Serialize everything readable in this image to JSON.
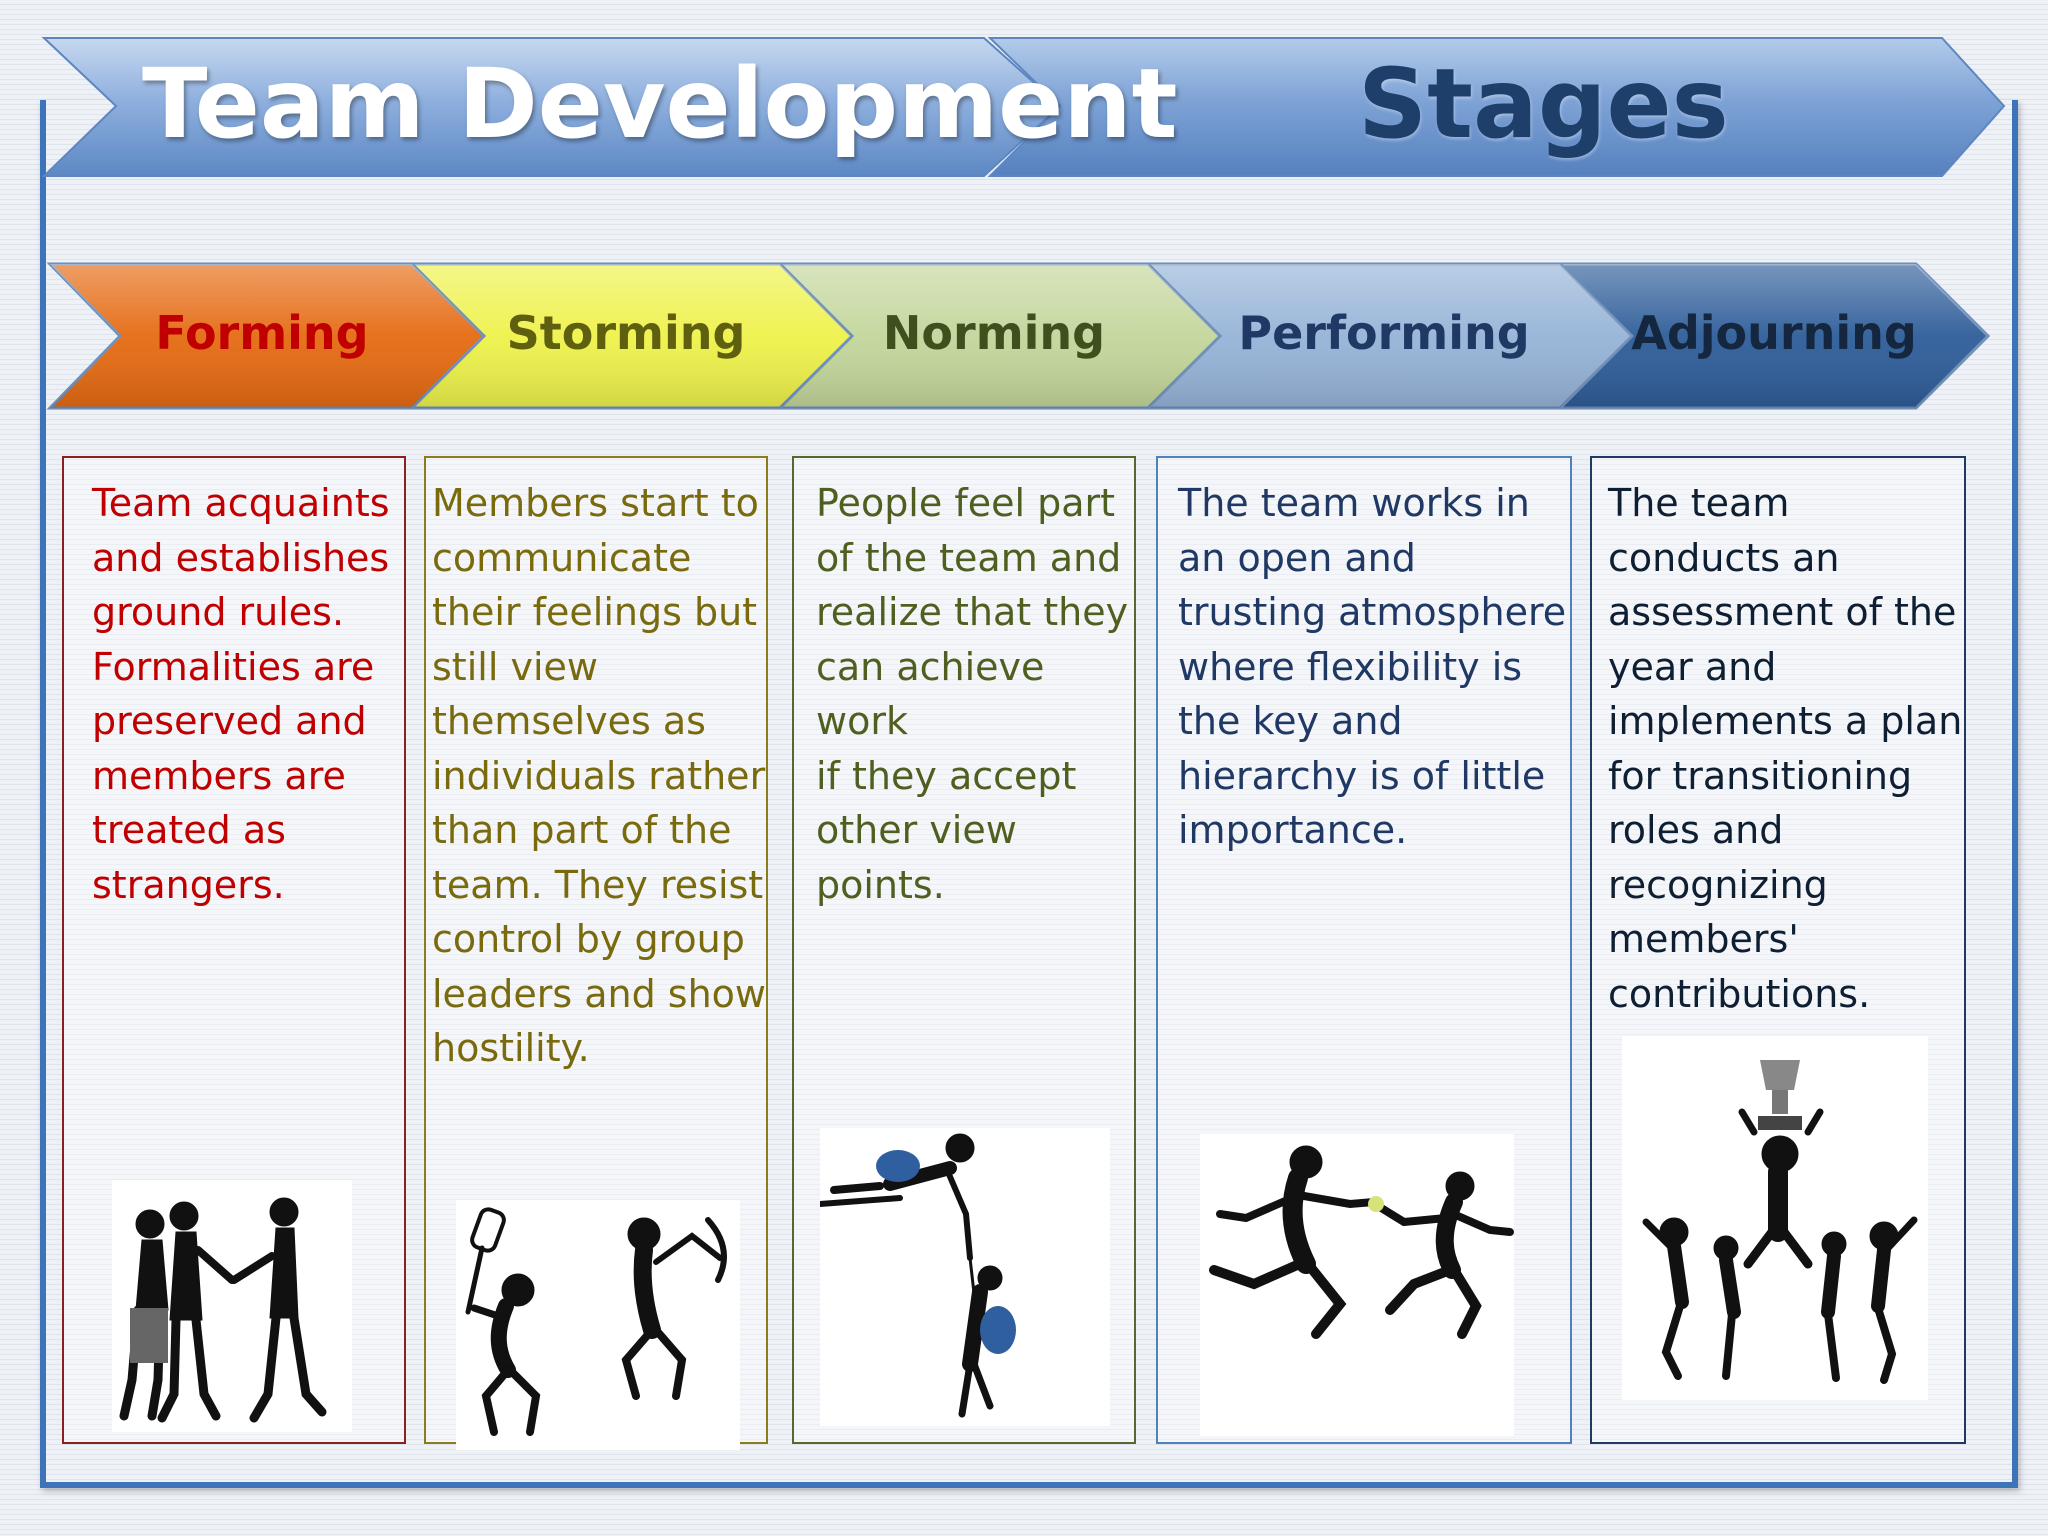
{
  "title": {
    "left": "Team Development",
    "right": "Stages"
  },
  "stages": [
    {
      "label": "Forming",
      "description": "Team acquaints\nand establishes\nground rules.\nFormalities are\npreserved and\nmembers are\ntreated as\nstrangers.",
      "chevron_color": "#e56a12",
      "label_color": "#c00000",
      "text_color": "#c00000",
      "border_color": "#8b2020",
      "icon": "people-meeting-icon"
    },
    {
      "label": "Storming",
      "description": "Members start to\ncommunicate\ntheir feelings but\nstill view\nthemselves as\nindividuals rather\nthan part of the\nteam. They resist\ncontrol by group\nleaders and show\nhostility.",
      "chevron_color": "#eef24a",
      "label_color": "#5f5f10",
      "text_color": "#7a6a0e",
      "border_color": "#8a7d1e",
      "icon": "people-fighting-icon"
    },
    {
      "label": "Norming",
      "description": "People feel part\nof the team and\nrealize that they\ncan achieve work\nif they accept\nother view\npoints.",
      "chevron_color": "#c3d69b",
      "label_color": "#3f4f1e",
      "text_color": "#4f5f20",
      "border_color": "#5a6630",
      "icon": "people-climbing-icon"
    },
    {
      "label": "Performing",
      "description": "The team works in\nan open and\ntrusting atmosphere\nwhere flexibility is\nthe key and\nhierarchy is of little\nimportance.",
      "chevron_color": "#95b3d7",
      "label_color": "#1f3864",
      "text_color": "#1f3864",
      "border_color": "#4f81bd",
      "icon": "relay-runners-icon"
    },
    {
      "label": "Adjourning",
      "description": "The team\nconducts an\nassessment of the\nyear and\nimplements a plan\nfor transitioning\nroles and\nrecognizing\nmembers'\ncontributions.",
      "chevron_color": "#2e5d99",
      "label_color": "#14273f",
      "text_color": "#0f1f33",
      "border_color": "#1f3864",
      "icon": "trophy-celebration-icon"
    }
  ],
  "colors": {
    "banner_light": "#a9c3e6",
    "banner_mid": "#7aa2d6",
    "banner_dark": "#4a78b8",
    "frame": "#3d73b8"
  }
}
